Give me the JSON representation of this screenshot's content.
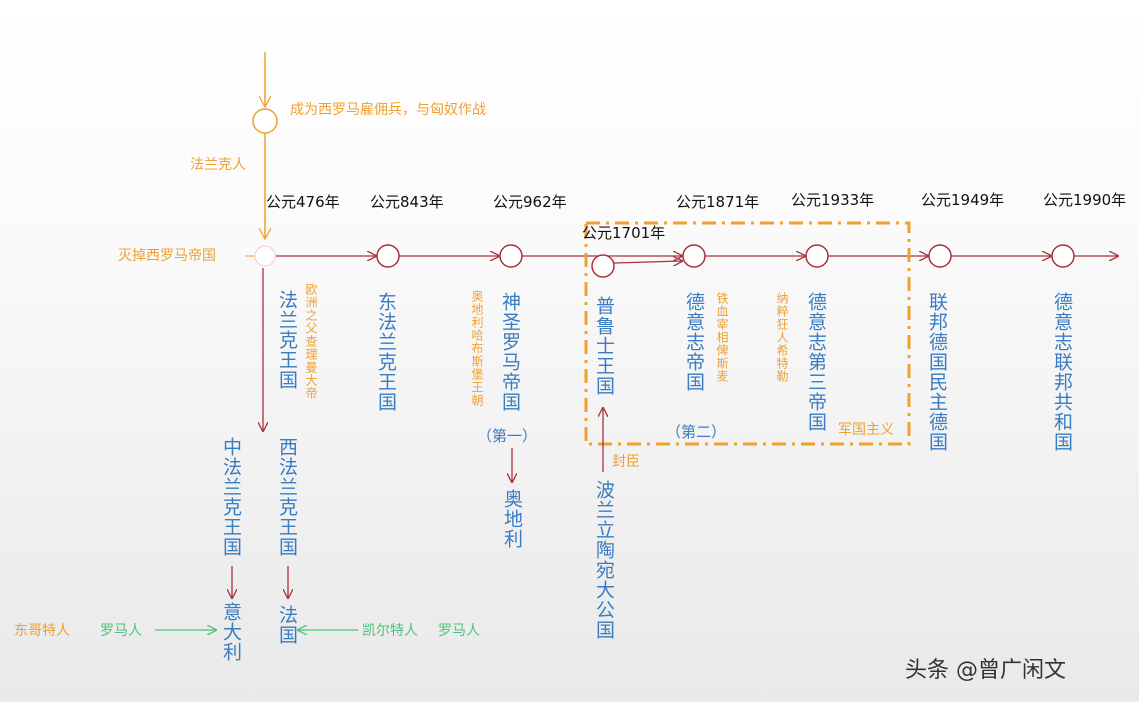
{
  "years": {
    "y476": "公元476年",
    "y843": "公元843年",
    "y962": "公元962年",
    "y1701": "公元1701年",
    "y1871": "公元1871年",
    "y1933": "公元1933年",
    "y1949": "公元1949年",
    "y1990": "公元1990年"
  },
  "notes": {
    "mercenary": "成为西罗马雇佣兵，与匈奴作战",
    "franks": "法兰克人",
    "destroy_wrome": "灭掉西罗马帝国",
    "goths": "东哥特人",
    "romans_left": "罗马人",
    "celts": "凯尔特人",
    "romans_right": "罗马人",
    "vassal": "封臣",
    "militarism": "军国主义",
    "second": "（第二）",
    "first": "（第一）"
  },
  "kingdoms": {
    "frankish": "法兰克王国",
    "charlemagne": "欧洲之父查理曼大帝",
    "east_frankish": "东法兰克王国",
    "hre_note": "奥地利哈布斯堡王朝",
    "hre": "神圣罗马帝国",
    "austria": "奥地利",
    "prussia": "普鲁士王国",
    "poland": "波兰立陶宛大公国",
    "german_empire": "德意志帝国",
    "bismarck": "铁血宰相俾斯麦",
    "hitler": "纳粹狂人希特勒",
    "third_reich": "德意志第三帝国",
    "gdr_frg": "联邦德国民主德国",
    "frg": "德意志联邦共和国",
    "middle_frankish": "中法兰克王国",
    "italy": "意大利",
    "west_frankish": "西法兰克王国",
    "france": "法国"
  },
  "watermark": "头条 @曾广闲文",
  "colors": {
    "timeline": "#a8323e",
    "orange": "#f0a030",
    "blue": "#3a7cc2",
    "green": "#4cc47a"
  }
}
